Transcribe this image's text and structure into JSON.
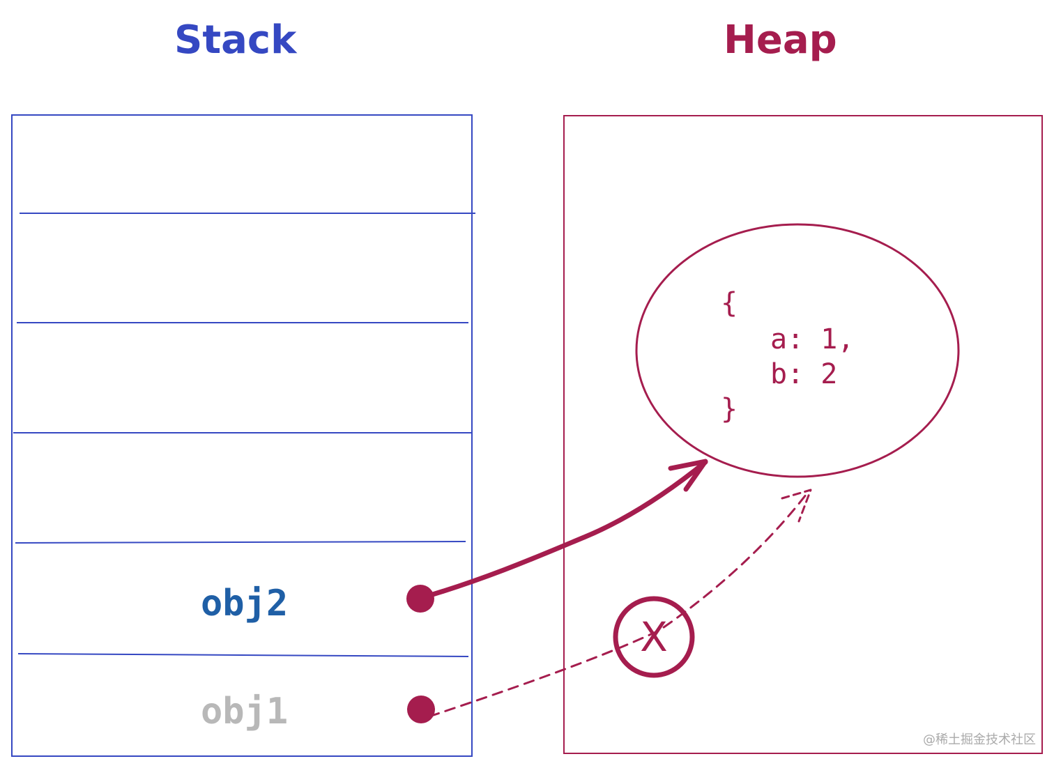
{
  "stack": {
    "title": "Stack",
    "color": "#3548c2",
    "vars": [
      {
        "name": "obj2",
        "color": "#1f5fa6"
      },
      {
        "name": "obj1",
        "color": "#b8b8b8"
      }
    ]
  },
  "heap": {
    "title": "Heap",
    "color": "#a51d4e",
    "object": {
      "open_brace": "{",
      "line_a": "a: 1,",
      "line_b": "b: 2",
      "close_brace": "}"
    },
    "removed_mark": "X"
  },
  "watermark": {
    "text": "@稀土掘金技术社区",
    "color": "#aaaaaa"
  }
}
